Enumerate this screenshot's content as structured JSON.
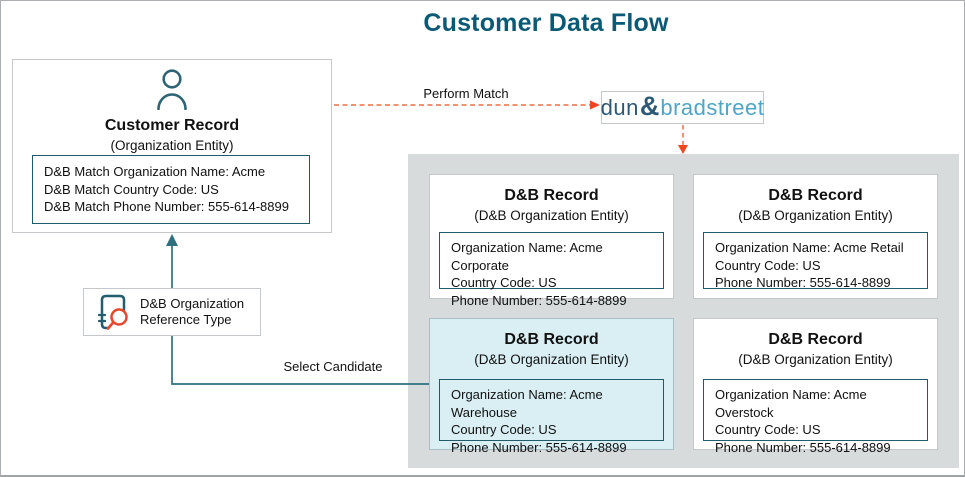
{
  "page": {
    "title": "Customer Data Flow"
  },
  "customer_record": {
    "title": "Customer Record",
    "subtitle": "(Organization Entity)",
    "fields": [
      "D&B Match Organization Name: Acme",
      "D&B Match Country Code: US",
      "D&B Match Phone Number: 555-614-8899"
    ]
  },
  "connectors": {
    "perform_match_label": "Perform Match",
    "select_candidate_label": "Select Candidate"
  },
  "dnb_logo": {
    "word1": "dun",
    "ampersand": "&",
    "word2": "bradstreet"
  },
  "reference_type": {
    "line1": "D&B Organization",
    "line2": "Reference Type"
  },
  "records": [
    {
      "title": "D&B Record",
      "subtitle": "(D&B Organization Entity)",
      "fields": [
        "Organization Name: Acme Corporate",
        "Country Code: US",
        "Phone Number: 555-614-8899"
      ],
      "highlighted": false
    },
    {
      "title": "D&B Record",
      "subtitle": "(D&B Organization Entity)",
      "fields": [
        "Organization Name: Acme Retail",
        "Country Code: US",
        "Phone Number: 555-614-8899"
      ],
      "highlighted": false
    },
    {
      "title": "D&B Record",
      "subtitle": "(D&B Organization Entity)",
      "fields": [
        "Organization Name: Acme Warehouse",
        "Country Code: US",
        "Phone Number: 555-614-8899"
      ],
      "highlighted": true
    },
    {
      "title": "D&B Record",
      "subtitle": "(D&B Organization Entity)",
      "fields": [
        "Organization Name: Acme Overstock",
        "Country Code: US",
        "Phone Number: 555-614-8899"
      ],
      "highlighted": false
    }
  ],
  "colors": {
    "title_text": "#0A5A75",
    "teal_border": "#1F5B6B",
    "teal_line": "#2F7080",
    "orange_dash": "#F0825B",
    "orange_arrowhead": "#F04523",
    "logo_navy": "#2D5977",
    "logo_blue": "#4FA5C8",
    "panel_gray": "#D8DBDC",
    "box_border_gray": "#C4C8CA",
    "highlight_fill": "#D9EFF4"
  }
}
